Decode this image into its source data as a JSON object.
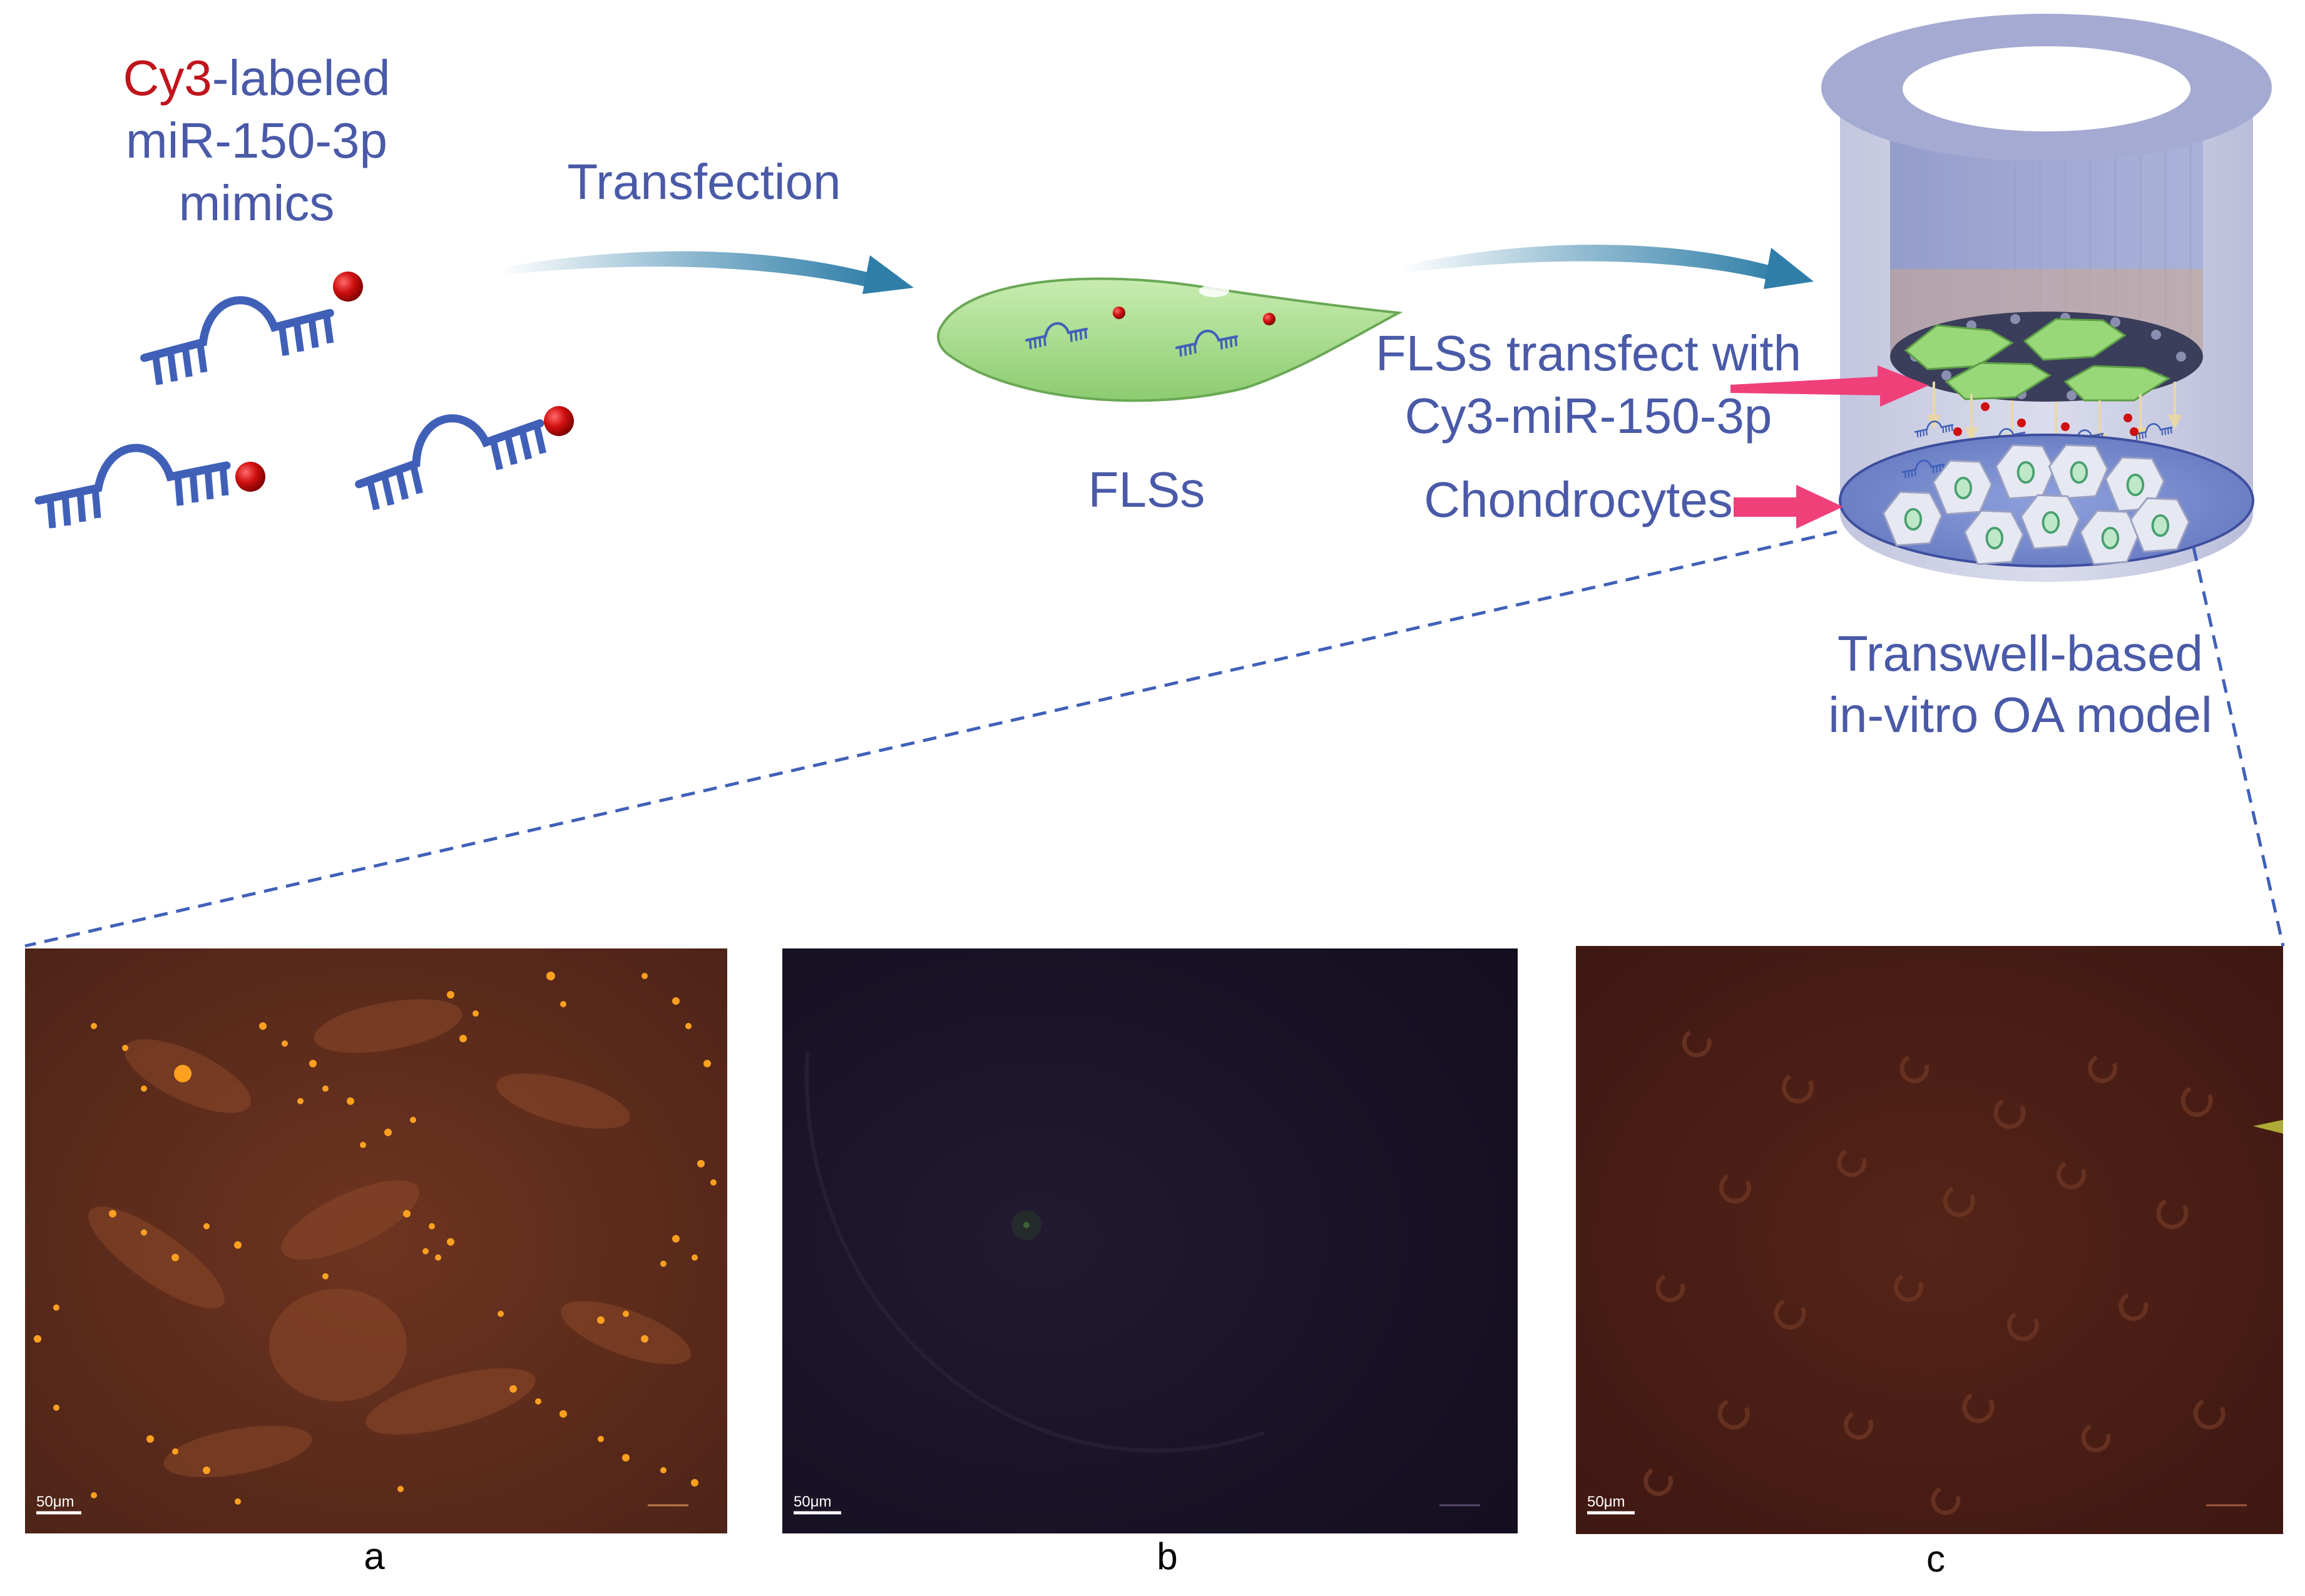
{
  "labels": {
    "cy3_prefix": "Cy3",
    "labeled_suffix": "-labeled",
    "mimic_name": "miR-150-3p",
    "mimics_word": "mimics",
    "transfection": "Transfection",
    "flss": "FLSs",
    "flss_transfect_line1": "FLSs transfect with",
    "flss_transfect_line2": "Cy3-miR-150-3p",
    "chondrocytes": "Chondrocytes",
    "transwell_line1": "Transwell-based",
    "transwell_line2": "in-vitro OA model"
  },
  "panels": [
    {
      "letter": "a",
      "scale_bar": "50μm"
    },
    {
      "letter": "b",
      "scale_bar": "50μm"
    },
    {
      "letter": "c",
      "scale_bar": "50μm"
    }
  ],
  "colors": {
    "text_blue": "#4a5aa8",
    "cy3_red": "#c0141c",
    "rna_blue": "#4060b8",
    "arrow_teal": "#2f7ea8",
    "pink_arrow": "#f0407a",
    "cell_green": "#a8dc8c",
    "panel_a_bg": "#5c2c1c",
    "panel_b_bg": "#1a1228",
    "panel_c_bg": "#4a1e16"
  }
}
